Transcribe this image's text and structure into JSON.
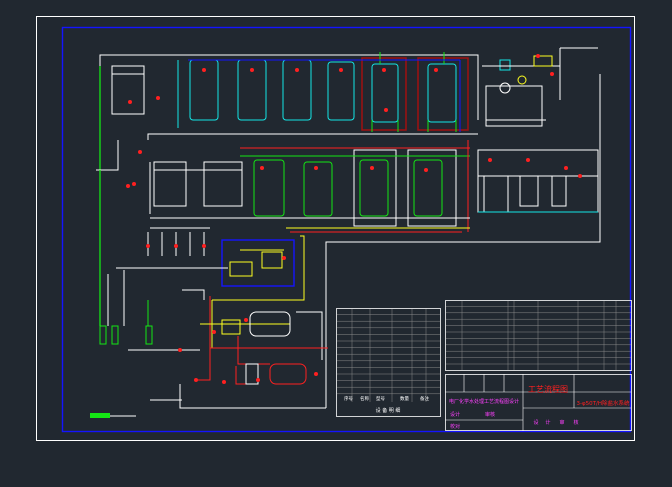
{
  "title_block": {
    "drawing_title": "工艺流程图",
    "drawing_number": "3-φ50T/H除盐水系统",
    "left_note": "电厂化学水处理工艺流程图设计",
    "designer_row": [
      "设计",
      "审核",
      "校对"
    ],
    "bottom_row": [
      "设",
      "计",
      "审",
      "核"
    ]
  },
  "legend_table": {
    "footer_labels": [
      "序号",
      "名称",
      "型号",
      "数量",
      "备注"
    ],
    "footer_tag": "设 备 明 细"
  },
  "colors": {
    "background": "#212830",
    "frame": "#1414ff",
    "outer_frame": "#ffffff",
    "pipe_white": "#ffffff",
    "pipe_green": "#14e614",
    "pipe_cyan": "#14e6e6",
    "pipe_red": "#ff2020",
    "pipe_yellow": "#ffff20",
    "pipe_magenta": "#ff30ff",
    "title_red": "#ff2020",
    "title_magenta": "#ff40ff"
  }
}
